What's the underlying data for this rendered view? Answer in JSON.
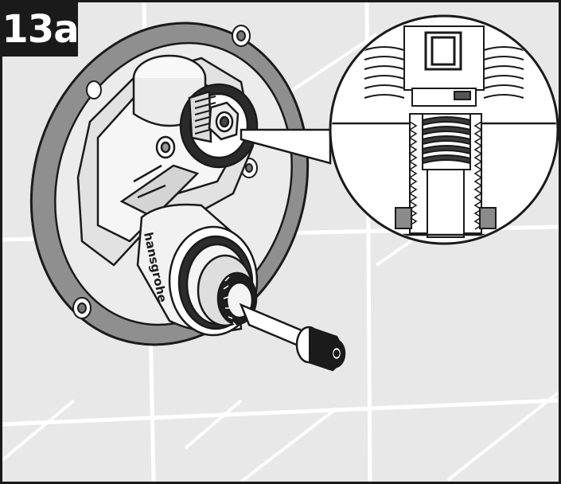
{
  "figure": {
    "step_label": "13a",
    "brand_text": "hansgrohe",
    "colors": {
      "frame": "#1a1a1a",
      "wall": "#e8e8e8",
      "tile_line": "#ffffff",
      "plate": "#8f8f8f",
      "part_light": "#f4f4f4",
      "part_mid": "#c8c8c8",
      "part_dark": "#555555"
    },
    "icons": [
      "mounting-plate",
      "valve-body",
      "cartridge",
      "magnifier-callout"
    ]
  }
}
